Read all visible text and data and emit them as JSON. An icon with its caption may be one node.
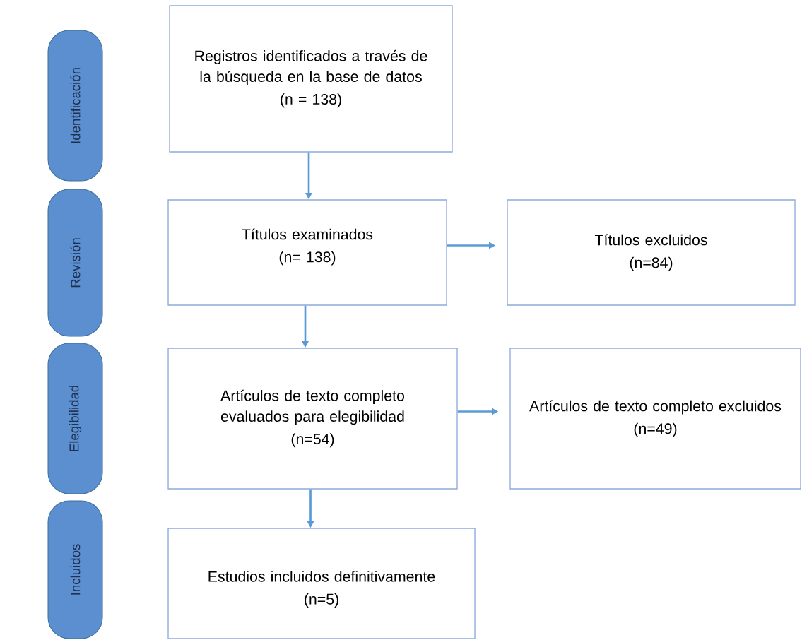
{
  "diagram": {
    "nodes": [
      {
        "text": [
          "Identificación"
        ]
      },
      {
        "text": [
          "Revisión"
        ]
      },
      {
        "text": [
          "Elegibilidad"
        ]
      },
      {
        "text": [
          "Incluidos"
        ]
      },
      {
        "text": [
          "Registros identificados a través de la búsqueda en la base de datos",
          "(n = 138)"
        ]
      },
      {
        "text": [
          "Títulos examinados",
          "(n= 138)"
        ]
      },
      {
        "text": [
          "Títulos excluidos",
          "(n=84)"
        ]
      },
      {
        "text": [
          "Artículos de texto completo evaluados para elegibilidad",
          "(n=54)"
        ]
      },
      {
        "text": [
          "Artículos de texto completo excluidos",
          "(n=49)"
        ]
      },
      {
        "text": [
          "Estudios incluidos definitivamente",
          "(n=5)"
        ]
      }
    ],
    "edges": [
      {
        "from": 4,
        "to": 5,
        "arrow": "to"
      },
      {
        "from": 5,
        "to": 6,
        "arrow": "to"
      },
      {
        "from": 5,
        "to": 7,
        "arrow": "to"
      },
      {
        "from": 7,
        "to": 8,
        "arrow": "to"
      },
      {
        "from": 7,
        "to": 9,
        "arrow": "to"
      }
    ]
  }
}
